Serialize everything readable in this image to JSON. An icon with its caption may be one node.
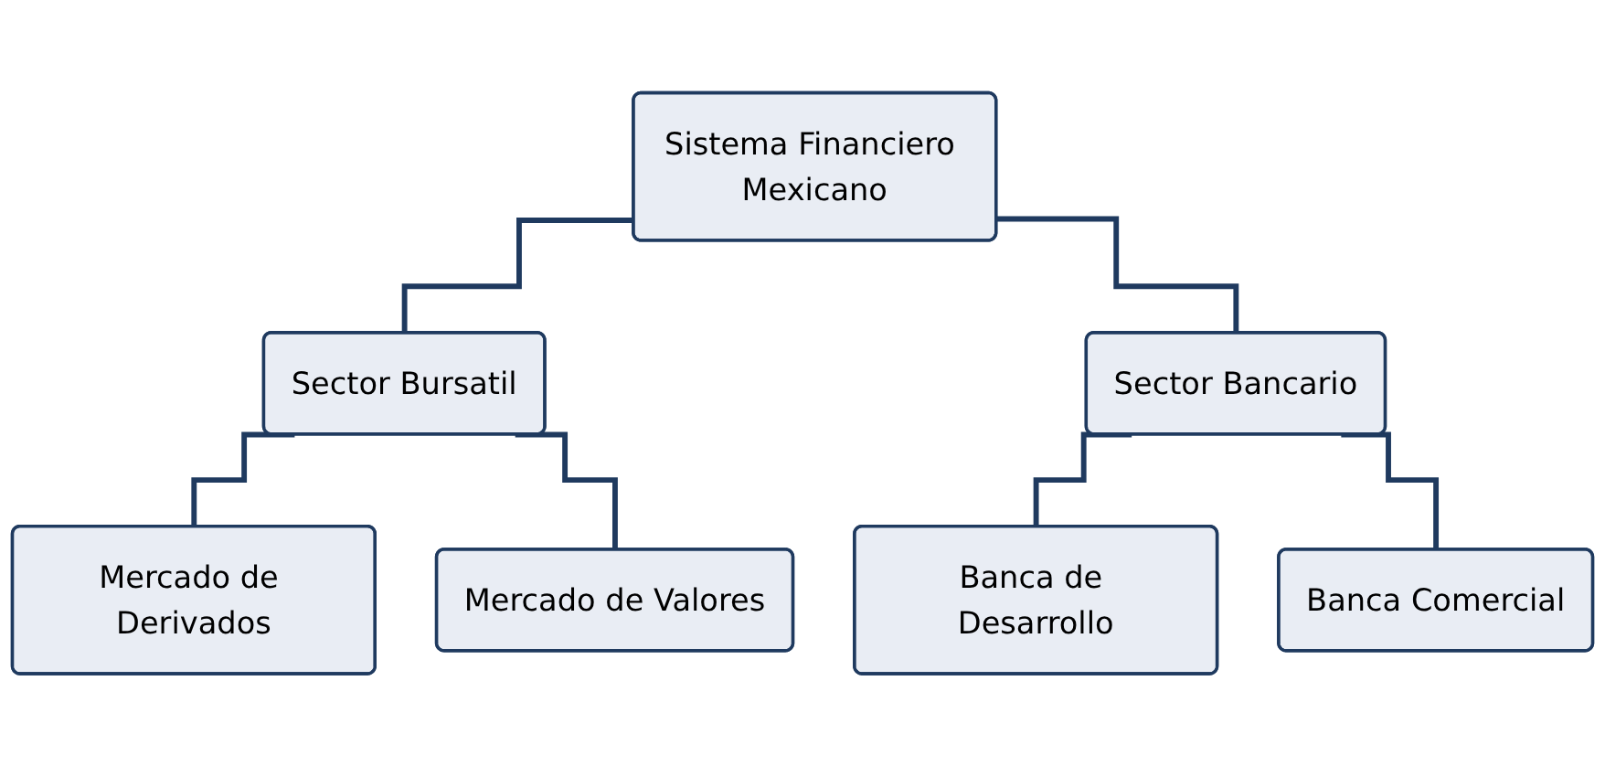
{
  "diagram": {
    "nodes": [
      {
        "text": [
          "Sistema Financiero Mexicano"
        ]
      },
      {
        "text": [
          "Sector Bursatil"
        ]
      },
      {
        "text": [
          "Sector Bancario"
        ]
      },
      {
        "text": [
          "Mercado de Derivados"
        ]
      },
      {
        "text": [
          "Mercado de Valores"
        ]
      },
      {
        "text": [
          "Banca de Desarrollo"
        ]
      },
      {
        "text": [
          "Banca Comercial"
        ]
      }
    ],
    "edges": [
      {
        "from": 0,
        "to": 1,
        "arrow": "none"
      },
      {
        "from": 0,
        "to": 2,
        "arrow": "none"
      },
      {
        "from": 1,
        "to": 3,
        "arrow": "none"
      },
      {
        "from": 1,
        "to": 4,
        "arrow": "none"
      },
      {
        "from": 2,
        "to": 5,
        "arrow": "none"
      },
      {
        "from": 2,
        "to": 6,
        "arrow": "none"
      }
    ]
  }
}
